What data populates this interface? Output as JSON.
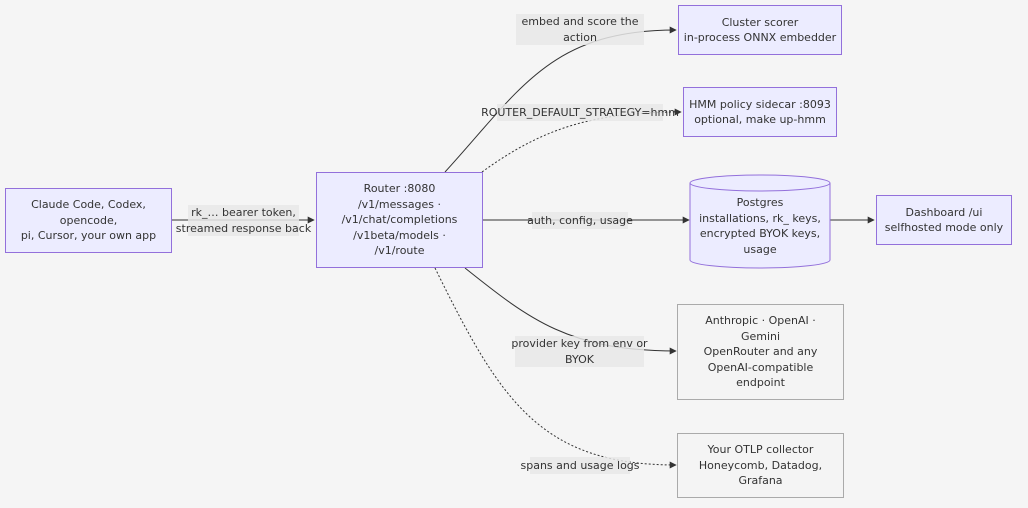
{
  "nodes": {
    "clients": [
      "Claude Code, Codex,",
      "opencode,",
      "pi, Cursor, your own app"
    ],
    "router": [
      "Router :8080",
      "/v1/messages ·",
      "/v1/chat/completions",
      "/v1beta/models ·",
      "/v1/route"
    ],
    "cluster_scorer": [
      "Cluster scorer",
      "in-process ONNX embedder"
    ],
    "hmm_sidecar": [
      "HMM policy sidecar :8093",
      "optional, make up-hmm"
    ],
    "postgres": [
      "Postgres",
      "installations, rk_ keys,",
      "encrypted BYOK keys,",
      "usage"
    ],
    "dashboard": [
      "Dashboard /ui",
      "selfhosted mode only"
    ],
    "providers": [
      "Anthropic · OpenAI ·",
      "Gemini",
      "OpenRouter and any",
      "OpenAI-compatible",
      "endpoint"
    ],
    "otlp": [
      "Your OTLP collector",
      "Honeycomb, Datadog,",
      "Grafana"
    ]
  },
  "edge_labels": {
    "bearer": [
      "rk_… bearer token,",
      "streamed response back"
    ],
    "embed": [
      "embed and score the",
      "action"
    ],
    "strategy": [
      "ROUTER_DEFAULT_STRATEGY=hmm"
    ],
    "auth": [
      "auth, config, usage"
    ],
    "provider_key": [
      "provider key from env or",
      "BYOK"
    ],
    "spans": [
      "spans and usage logs"
    ]
  },
  "colors": {
    "node_fill": "#ececff",
    "node_border": "#9370db",
    "external_fill": "#f4f4f4",
    "external_border": "#aaaaaa",
    "edge": "#333333",
    "background": "#f5f5f5"
  }
}
